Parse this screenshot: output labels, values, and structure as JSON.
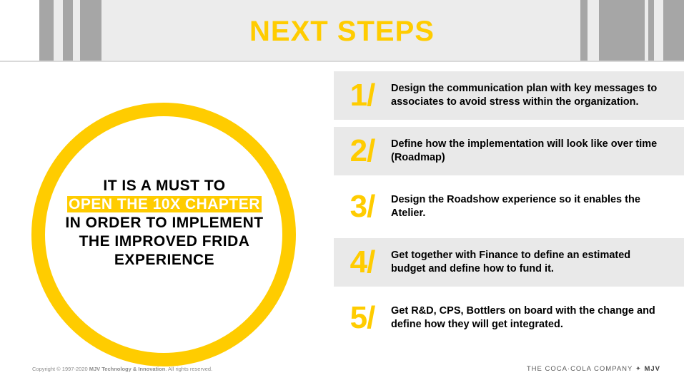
{
  "header": {
    "title": "NEXT STEPS"
  },
  "slogan": {
    "line1": "IT IS A MUST TO",
    "highlight": "OPEN THE 10X CHAPTER",
    "line3": "IN ORDER TO IMPLEMENT",
    "line4": "THE IMPROVED FRIDA",
    "line5": "EXPERIENCE"
  },
  "steps": [
    {
      "number": "1/",
      "text": "Design the communication plan with key messages to associates to avoid stress within the organization."
    },
    {
      "number": "2/",
      "text": "Define how the implementation will look like over time (Roadmap)"
    },
    {
      "number": "3/",
      "text": "Design the Roadshow experience so it enables the Atelier."
    },
    {
      "number": "4/",
      "text": "Get together with Finance to define an estimated budget and define how to fund it."
    },
    {
      "number": "5/",
      "text": "Get R&D, CPS, Bottlers on board with the change and define how they will get integrated."
    }
  ],
  "footer": {
    "copyright_prefix": "Copyright © 1997-2020",
    "copyright_company": "MJV Technology & Innovation",
    "copyright_suffix": ". All rights reserved.",
    "brand_company": "THE COCA·COLA COMPANY ✦",
    "brand_mjv": "MJV"
  },
  "colors": {
    "accent": "#ffcc00",
    "panel": "#e9e9e9",
    "stripe": "#a6a6a6"
  }
}
